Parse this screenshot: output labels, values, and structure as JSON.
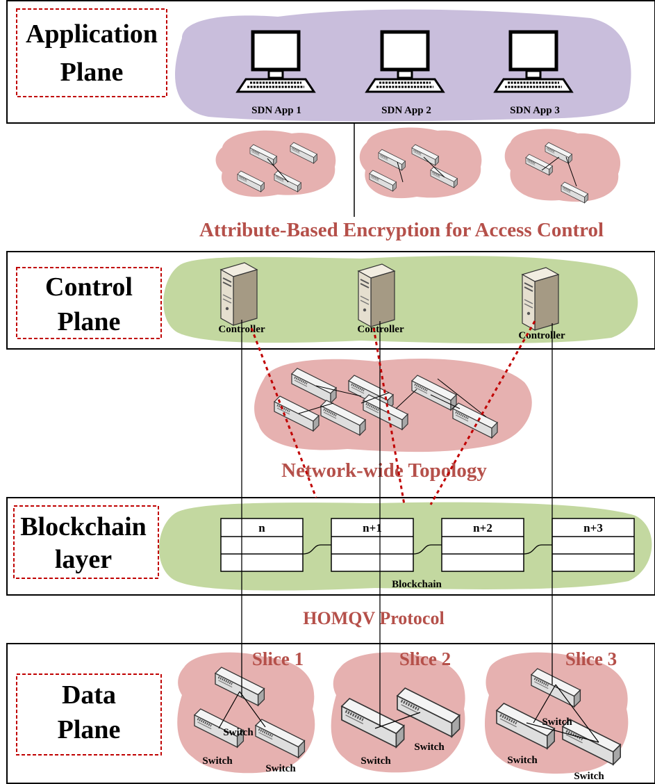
{
  "planes": {
    "application": {
      "line1": "Application",
      "line2": "Plane"
    },
    "control": {
      "line1": "Control",
      "line2": "Plane"
    },
    "blockchain": {
      "line1": "Blockchain",
      "line2": "layer"
    },
    "data": {
      "line1": "Data",
      "line2": "Plane"
    }
  },
  "apps": [
    "SDN App 1",
    "SDN App 2",
    "SDN App 3"
  ],
  "abe_title": "Attribute-Based Encryption for Access Control",
  "controllers": [
    "Controller",
    "Controller",
    "Controller"
  ],
  "topology_title": "Network-wide Topology",
  "blocks": [
    "n",
    "n+1",
    "n+2",
    "n+3"
  ],
  "blockchain_label": "Blockchain",
  "protocol_title": "HOMQV Protocol",
  "slices": [
    "Slice 1",
    "Slice 2",
    "Slice 3"
  ],
  "switch_label": "Switch",
  "colors": {
    "app_cloud": "#c9bedc",
    "control_cloud": "#c3d8a0",
    "network_cloud": "#e6b1b0",
    "red_text": "#b5504a",
    "dashed_box": "#c00000"
  }
}
